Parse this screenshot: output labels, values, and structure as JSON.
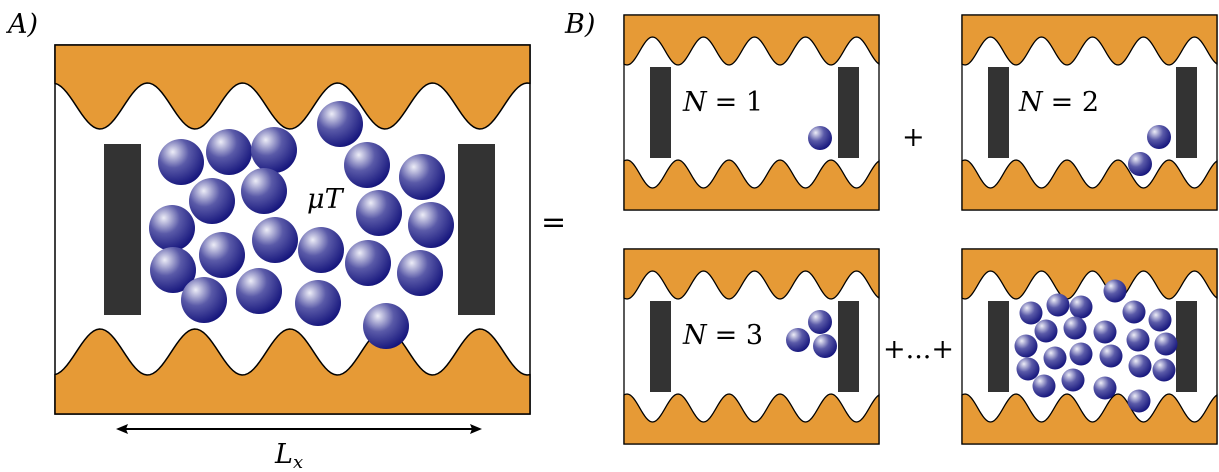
{
  "panels": {
    "a_label": "A)",
    "b_label": "B)"
  },
  "main": {
    "mu_label": "μ",
    "t_label": "T",
    "length_label": "L",
    "length_sub": "x",
    "equals": "="
  },
  "subpanels": [
    {
      "n_var": "N",
      "n_eq": "= 1"
    },
    {
      "n_var": "N",
      "n_eq": "= 2"
    },
    {
      "n_var": "N",
      "n_eq": "= 3"
    },
    {
      "n_var": "",
      "n_eq": ""
    }
  ],
  "operators": {
    "plus": "+",
    "ellipsis_plus": "+...+"
  },
  "colors": {
    "wall": "#E69A36",
    "plate": "#333333",
    "particle_light": "#EDEDF7",
    "particle_mid": "#5A5AA8",
    "particle_dark": "#12127A"
  }
}
